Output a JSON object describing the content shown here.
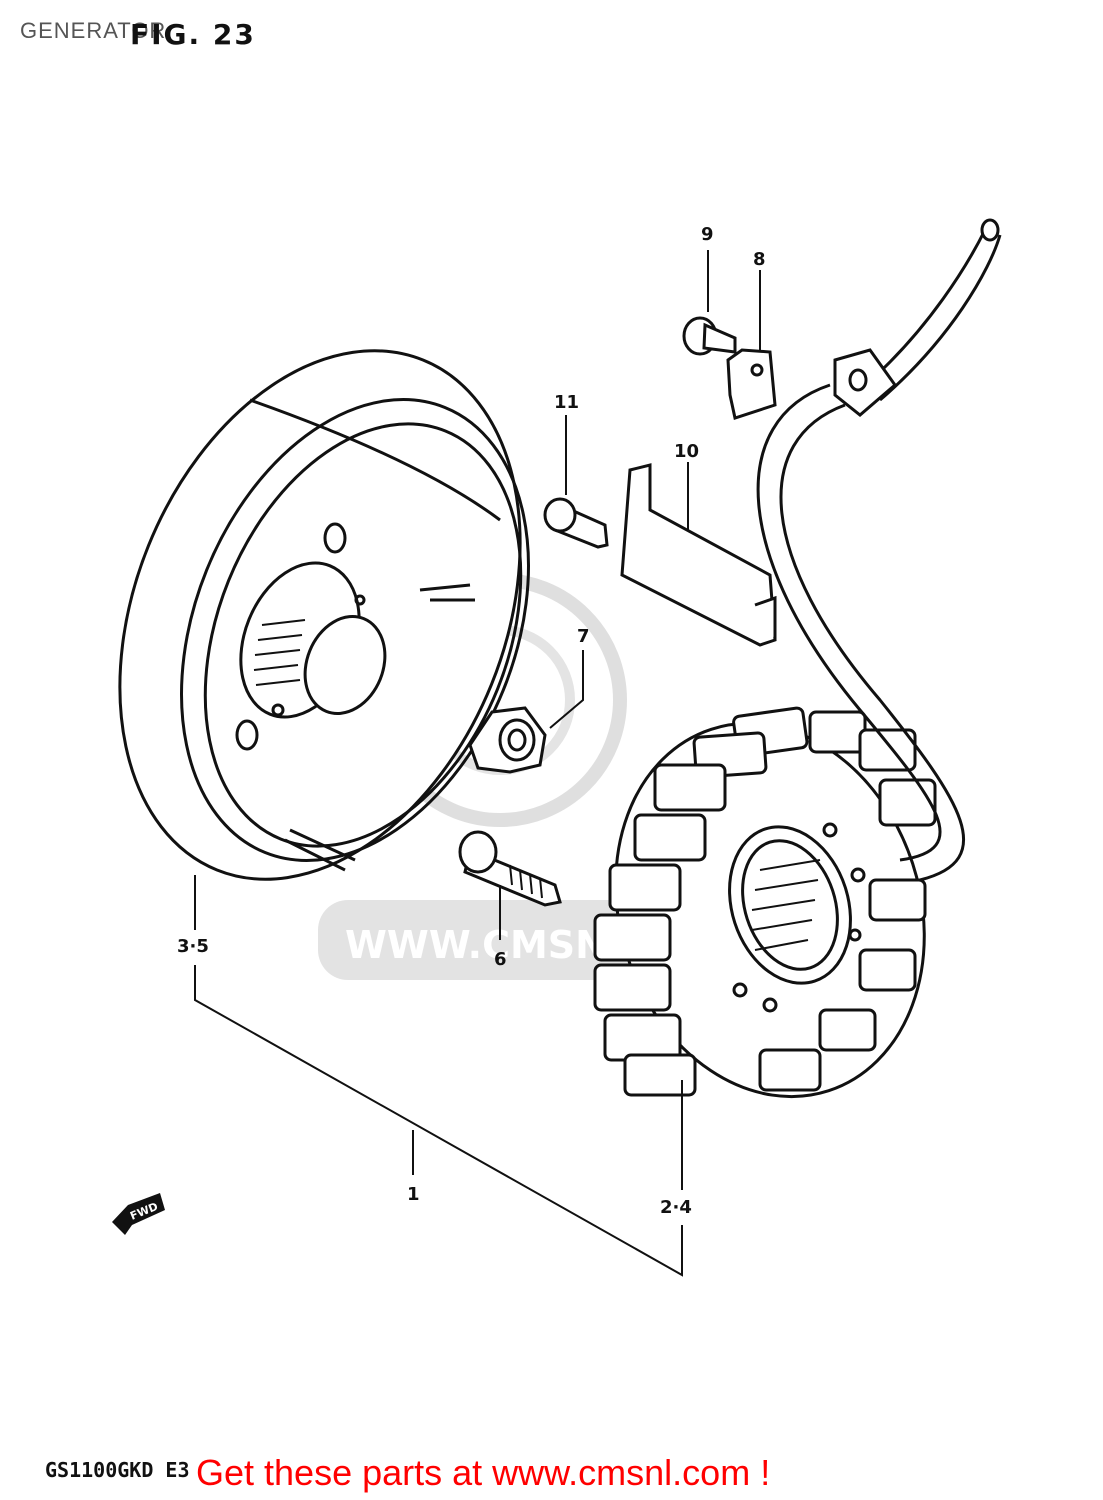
{
  "header": {
    "title": "GENERATOR",
    "figure": "FIG. 23"
  },
  "footer": {
    "model_code": "GS1100GKD E3",
    "promo_text": "Get these parts at www.cmsnl.com !"
  },
  "diagram": {
    "watermark": "WWW.CMSNL",
    "fwd_marker": "FWD",
    "callouts": [
      {
        "id": "callout-1",
        "text": "1"
      },
      {
        "id": "callout-2-4",
        "text": "2·4"
      },
      {
        "id": "callout-3-5",
        "text": "3·5"
      },
      {
        "id": "callout-6",
        "text": "6"
      },
      {
        "id": "callout-7",
        "text": "7"
      },
      {
        "id": "callout-8",
        "text": "8"
      },
      {
        "id": "callout-9",
        "text": "9"
      },
      {
        "id": "callout-10",
        "text": "10"
      },
      {
        "id": "callout-11",
        "text": "11"
      }
    ]
  },
  "colors": {
    "line": "#111111",
    "promo": "#ff0000",
    "watermark": "#d9d9d9",
    "title": "#555555"
  }
}
